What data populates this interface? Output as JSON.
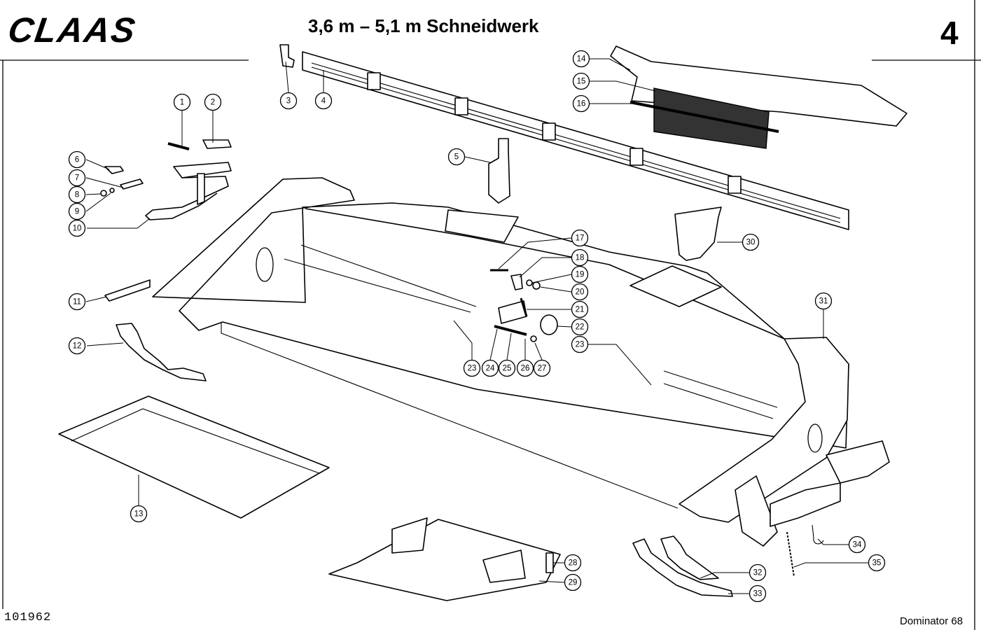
{
  "header": {
    "brand": "CLAAS",
    "title": "3,6 m – 5,1 m Schneidwerk",
    "page_number": "4"
  },
  "footer": {
    "drawing_number": "101962",
    "model": "Dominator 68"
  },
  "callouts": [
    "1",
    "2",
    "3",
    "4",
    "5",
    "6",
    "7",
    "8",
    "9",
    "10",
    "11",
    "12",
    "13",
    "14",
    "15",
    "16",
    "17",
    "18",
    "19",
    "20",
    "21",
    "22",
    "23",
    "23",
    "24",
    "25",
    "26",
    "27",
    "28",
    "29",
    "30",
    "31",
    "32",
    "33",
    "34",
    "35"
  ]
}
